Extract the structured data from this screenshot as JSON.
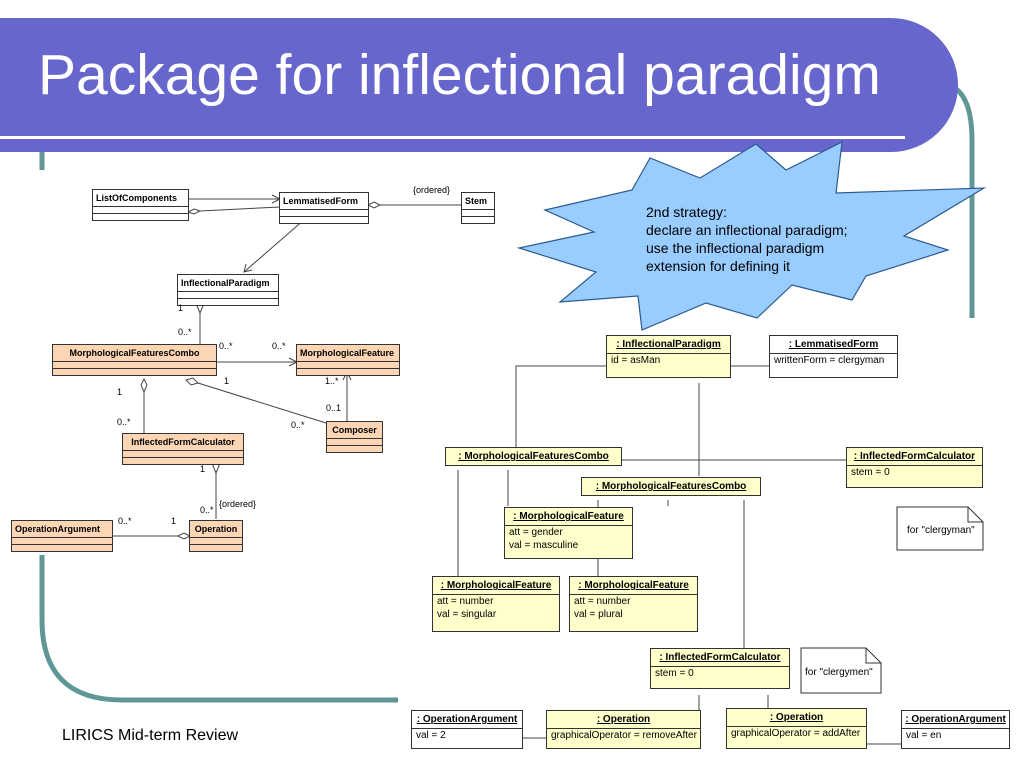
{
  "slide": {
    "title": "Package for inflectional paradigm",
    "footer": "LIRICS Mid-term Review",
    "colors": {
      "band": "#6666cc",
      "frame": "#5f9797",
      "orange": "#fcd5b4",
      "yellow": "#ffffcc",
      "star": "#99ccff"
    }
  },
  "class_diagram": {
    "classes": {
      "list_of_components": "ListOfComponents",
      "lemmatised_form": "LemmatisedForm",
      "stem": "Stem",
      "inflectional_paradigm": "InflectionalParadigm",
      "morph_features_combo": "MorphologicalFeaturesCombo",
      "morph_feature": "MorphologicalFeature",
      "composer": "Composer",
      "inflected_form_calculator": "InflectedFormCalculator",
      "operation_argument": "OperationArgument",
      "operation": "Operation"
    },
    "labels": {
      "ordered_1": "{ordered}",
      "ordered_2": "{ordered}",
      "m_ip_1": "1",
      "m_combo_0": "0..*",
      "m_combo_feat_a": "0..*",
      "m_combo_feat_b": "0..*",
      "m_feat_1": "1..*",
      "m_comp_01": "0..1",
      "m_combo_1a": "1",
      "m_combo_1b": "1",
      "m_ifc_0": "0..*",
      "m_comp_0": "0..*",
      "m_ifc_1": "1",
      "m_op_0": "0..*",
      "m_arg_0": "0..*",
      "m_arg_1": "1"
    }
  },
  "callout": {
    "lines": [
      "2nd strategy:",
      "declare an inflectional paradigm;",
      "use the inflectional paradigm",
      "extension for defining it"
    ]
  },
  "object_diagram": {
    "ip": {
      "name": ": InflectionalParadigm",
      "attrs": [
        "id = asMan"
      ]
    },
    "lf": {
      "name": ": LemmatisedForm",
      "attrs": [
        "writtenForm = clergyman"
      ]
    },
    "combo1": {
      "name": ": MorphologicalFeaturesCombo"
    },
    "ifc1": {
      "name": ": InflectedFormCalculator",
      "attrs": [
        "stem = 0"
      ]
    },
    "combo2": {
      "name": ": MorphologicalFeaturesCombo"
    },
    "mf_gender": {
      "name": ": MorphologicalFeature",
      "attrs": [
        "att = gender",
        "val = masculine"
      ]
    },
    "mf_singular": {
      "name": ": MorphologicalFeature",
      "attrs": [
        "att = number",
        "val = singular"
      ]
    },
    "mf_plural": {
      "name": ": MorphologicalFeature",
      "attrs": [
        "att = number",
        "val = plural"
      ]
    },
    "ifc2": {
      "name": ": InflectedFormCalculator",
      "attrs": [
        "stem = 0"
      ]
    },
    "note1": "for \"clergyman\"",
    "note2": "for \"clergymen\"",
    "oparg1": {
      "name": ": OperationArgument",
      "attrs": [
        "val = 2"
      ]
    },
    "op1": {
      "name": ": Operation",
      "attrs": [
        "graphicalOperator = removeAfter"
      ]
    },
    "op2": {
      "name": ": Operation",
      "attrs": [
        "graphicalOperator = addAfter"
      ]
    },
    "oparg2": {
      "name": ": OperationArgument",
      "attrs": [
        "val = en"
      ]
    }
  }
}
